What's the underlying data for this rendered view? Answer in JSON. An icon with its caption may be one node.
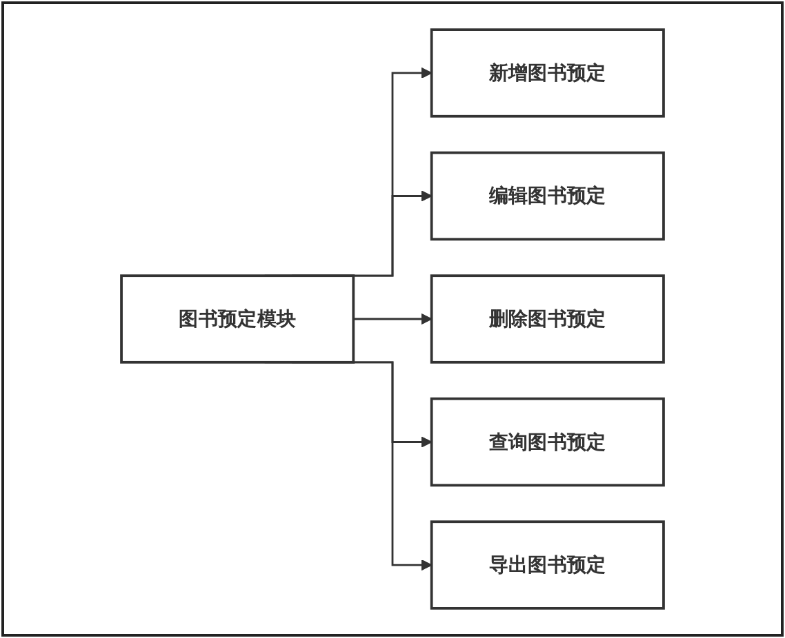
{
  "diagram": {
    "nodes": [
      {
        "text": [
          "图书预定模块"
        ]
      },
      {
        "text": [
          "新增图书预定"
        ]
      },
      {
        "text": [
          "编辑图书预定"
        ]
      },
      {
        "text": [
          "删除图书预定"
        ]
      },
      {
        "text": [
          "查询图书预定"
        ]
      },
      {
        "text": [
          "导出图书预定"
        ]
      }
    ],
    "edges": [
      {
        "from": 0,
        "to": 1,
        "arrow": "to"
      },
      {
        "from": 0,
        "to": 2,
        "arrow": "to"
      },
      {
        "from": 0,
        "to": 3,
        "arrow": "to"
      },
      {
        "from": 0,
        "to": 4,
        "arrow": "to"
      },
      {
        "from": 0,
        "to": 5,
        "arrow": "to"
      }
    ]
  }
}
